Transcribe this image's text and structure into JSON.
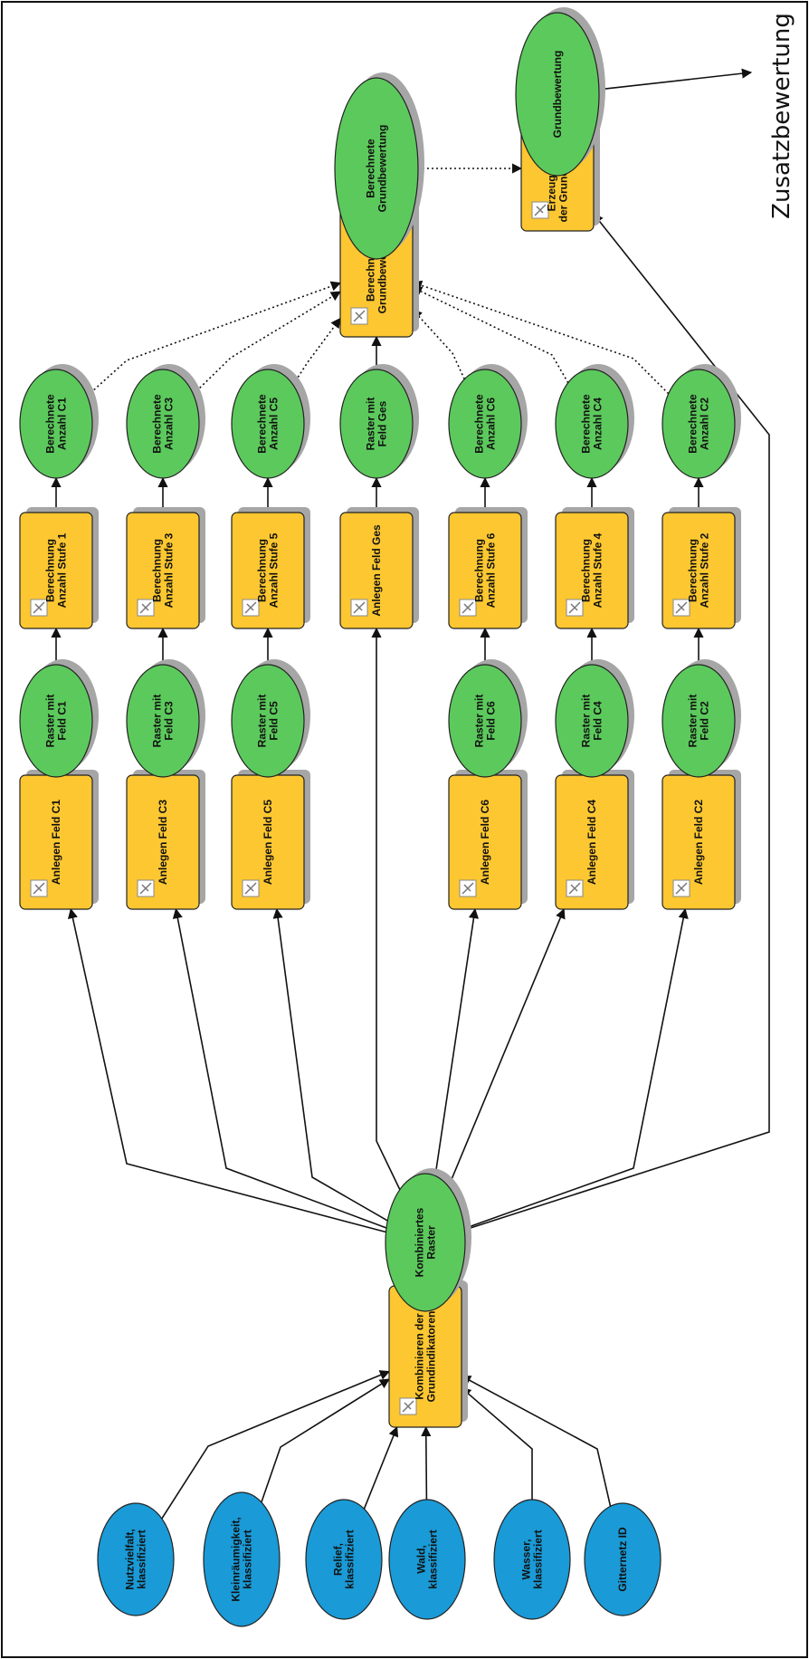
{
  "diagram": {
    "side_label": "Zusatzbewertung",
    "colors": {
      "input": "#1a9ad6",
      "output": "#5cc95c",
      "tool": "#fdc731",
      "edge": "#111111",
      "shadow": "#a6a6a6"
    },
    "nodes": [
      {
        "id": "in1",
        "kind": "input",
        "label": "Nutzvielfalt,\nklassifiziert"
      },
      {
        "id": "in2",
        "kind": "input",
        "label": "Kleinräumigkeit,\nklassifiziert"
      },
      {
        "id": "in3",
        "kind": "input",
        "label": "Relief,\nklassifiziert"
      },
      {
        "id": "in4",
        "kind": "input",
        "label": "Wald,\nklassifiziert"
      },
      {
        "id": "in5",
        "kind": "input",
        "label": "Wasser,\nklassifiziert"
      },
      {
        "id": "in6",
        "kind": "input",
        "label": "Gitternetz ID"
      },
      {
        "id": "combine",
        "kind": "tool",
        "label": "Kombinieren der\nGrundindikatoren"
      },
      {
        "id": "kombiniert",
        "kind": "output",
        "label": "Kombiniertes\nRaster"
      },
      {
        "id": "af1",
        "kind": "tool",
        "label": "Anlegen Feld C1"
      },
      {
        "id": "af3",
        "kind": "tool",
        "label": "Anlegen Feld C3"
      },
      {
        "id": "af5",
        "kind": "tool",
        "label": "Anlegen Feld C5"
      },
      {
        "id": "af6",
        "kind": "tool",
        "label": "Anlegen Feld C6"
      },
      {
        "id": "af4",
        "kind": "tool",
        "label": "Anlegen Feld C4"
      },
      {
        "id": "af2",
        "kind": "tool",
        "label": "Anlegen Feld C2"
      },
      {
        "id": "rf1",
        "kind": "output",
        "label": "Raster mit\nFeld C1"
      },
      {
        "id": "rf3",
        "kind": "output",
        "label": "Raster mit\nFeld C3"
      },
      {
        "id": "rf5",
        "kind": "output",
        "label": "Raster mit\nFeld C5"
      },
      {
        "id": "rf6",
        "kind": "output",
        "label": "Raster mit\nFeld C6"
      },
      {
        "id": "rf4",
        "kind": "output",
        "label": "Raster mit\nFeld C4"
      },
      {
        "id": "rf2",
        "kind": "output",
        "label": "Raster mit\nFeld C2"
      },
      {
        "id": "bs1",
        "kind": "tool",
        "label": "Berechnung\nAnzahl Stufe 1"
      },
      {
        "id": "bs3",
        "kind": "tool",
        "label": "Berechnung\nAnzahl Stufe 3"
      },
      {
        "id": "bs5",
        "kind": "tool",
        "label": "Berechnung\nAnzahl Stufe 5"
      },
      {
        "id": "afg",
        "kind": "tool",
        "label": "Anlegen Feld Ges"
      },
      {
        "id": "bs6",
        "kind": "tool",
        "label": "Berechnung\nAnzahl Stufe 6"
      },
      {
        "id": "bs4",
        "kind": "tool",
        "label": "Berechnung\nAnzahl Stufe 4"
      },
      {
        "id": "bs2",
        "kind": "tool",
        "label": "Berechnung\nAnzahl Stufe 2"
      },
      {
        "id": "ba1",
        "kind": "output",
        "label": "Berechnete\nAnzahl C1"
      },
      {
        "id": "ba3",
        "kind": "output",
        "label": "Berechnete\nAnzahl C3"
      },
      {
        "id": "ba5",
        "kind": "output",
        "label": "Berechnete\nAnzahl C5"
      },
      {
        "id": "rfg",
        "kind": "output",
        "label": "Raster mit\nFeld Ges"
      },
      {
        "id": "ba6",
        "kind": "output",
        "label": "Berechnete\nAnzahl C6"
      },
      {
        "id": "ba4",
        "kind": "output",
        "label": "Berechnete\nAnzahl C4"
      },
      {
        "id": "ba2",
        "kind": "output",
        "label": "Berechnete\nAnzahl C2"
      },
      {
        "id": "bgw",
        "kind": "tool",
        "label": "Berechnung\nGrundbewertung"
      },
      {
        "id": "bergw",
        "kind": "output",
        "label": "Berechnete\nGrundbewertung"
      },
      {
        "id": "erz",
        "kind": "tool",
        "label": "Erzeugen Raster\nder Grundbewertung"
      },
      {
        "id": "gw",
        "kind": "output",
        "label": "Grundbewertung"
      }
    ]
  }
}
